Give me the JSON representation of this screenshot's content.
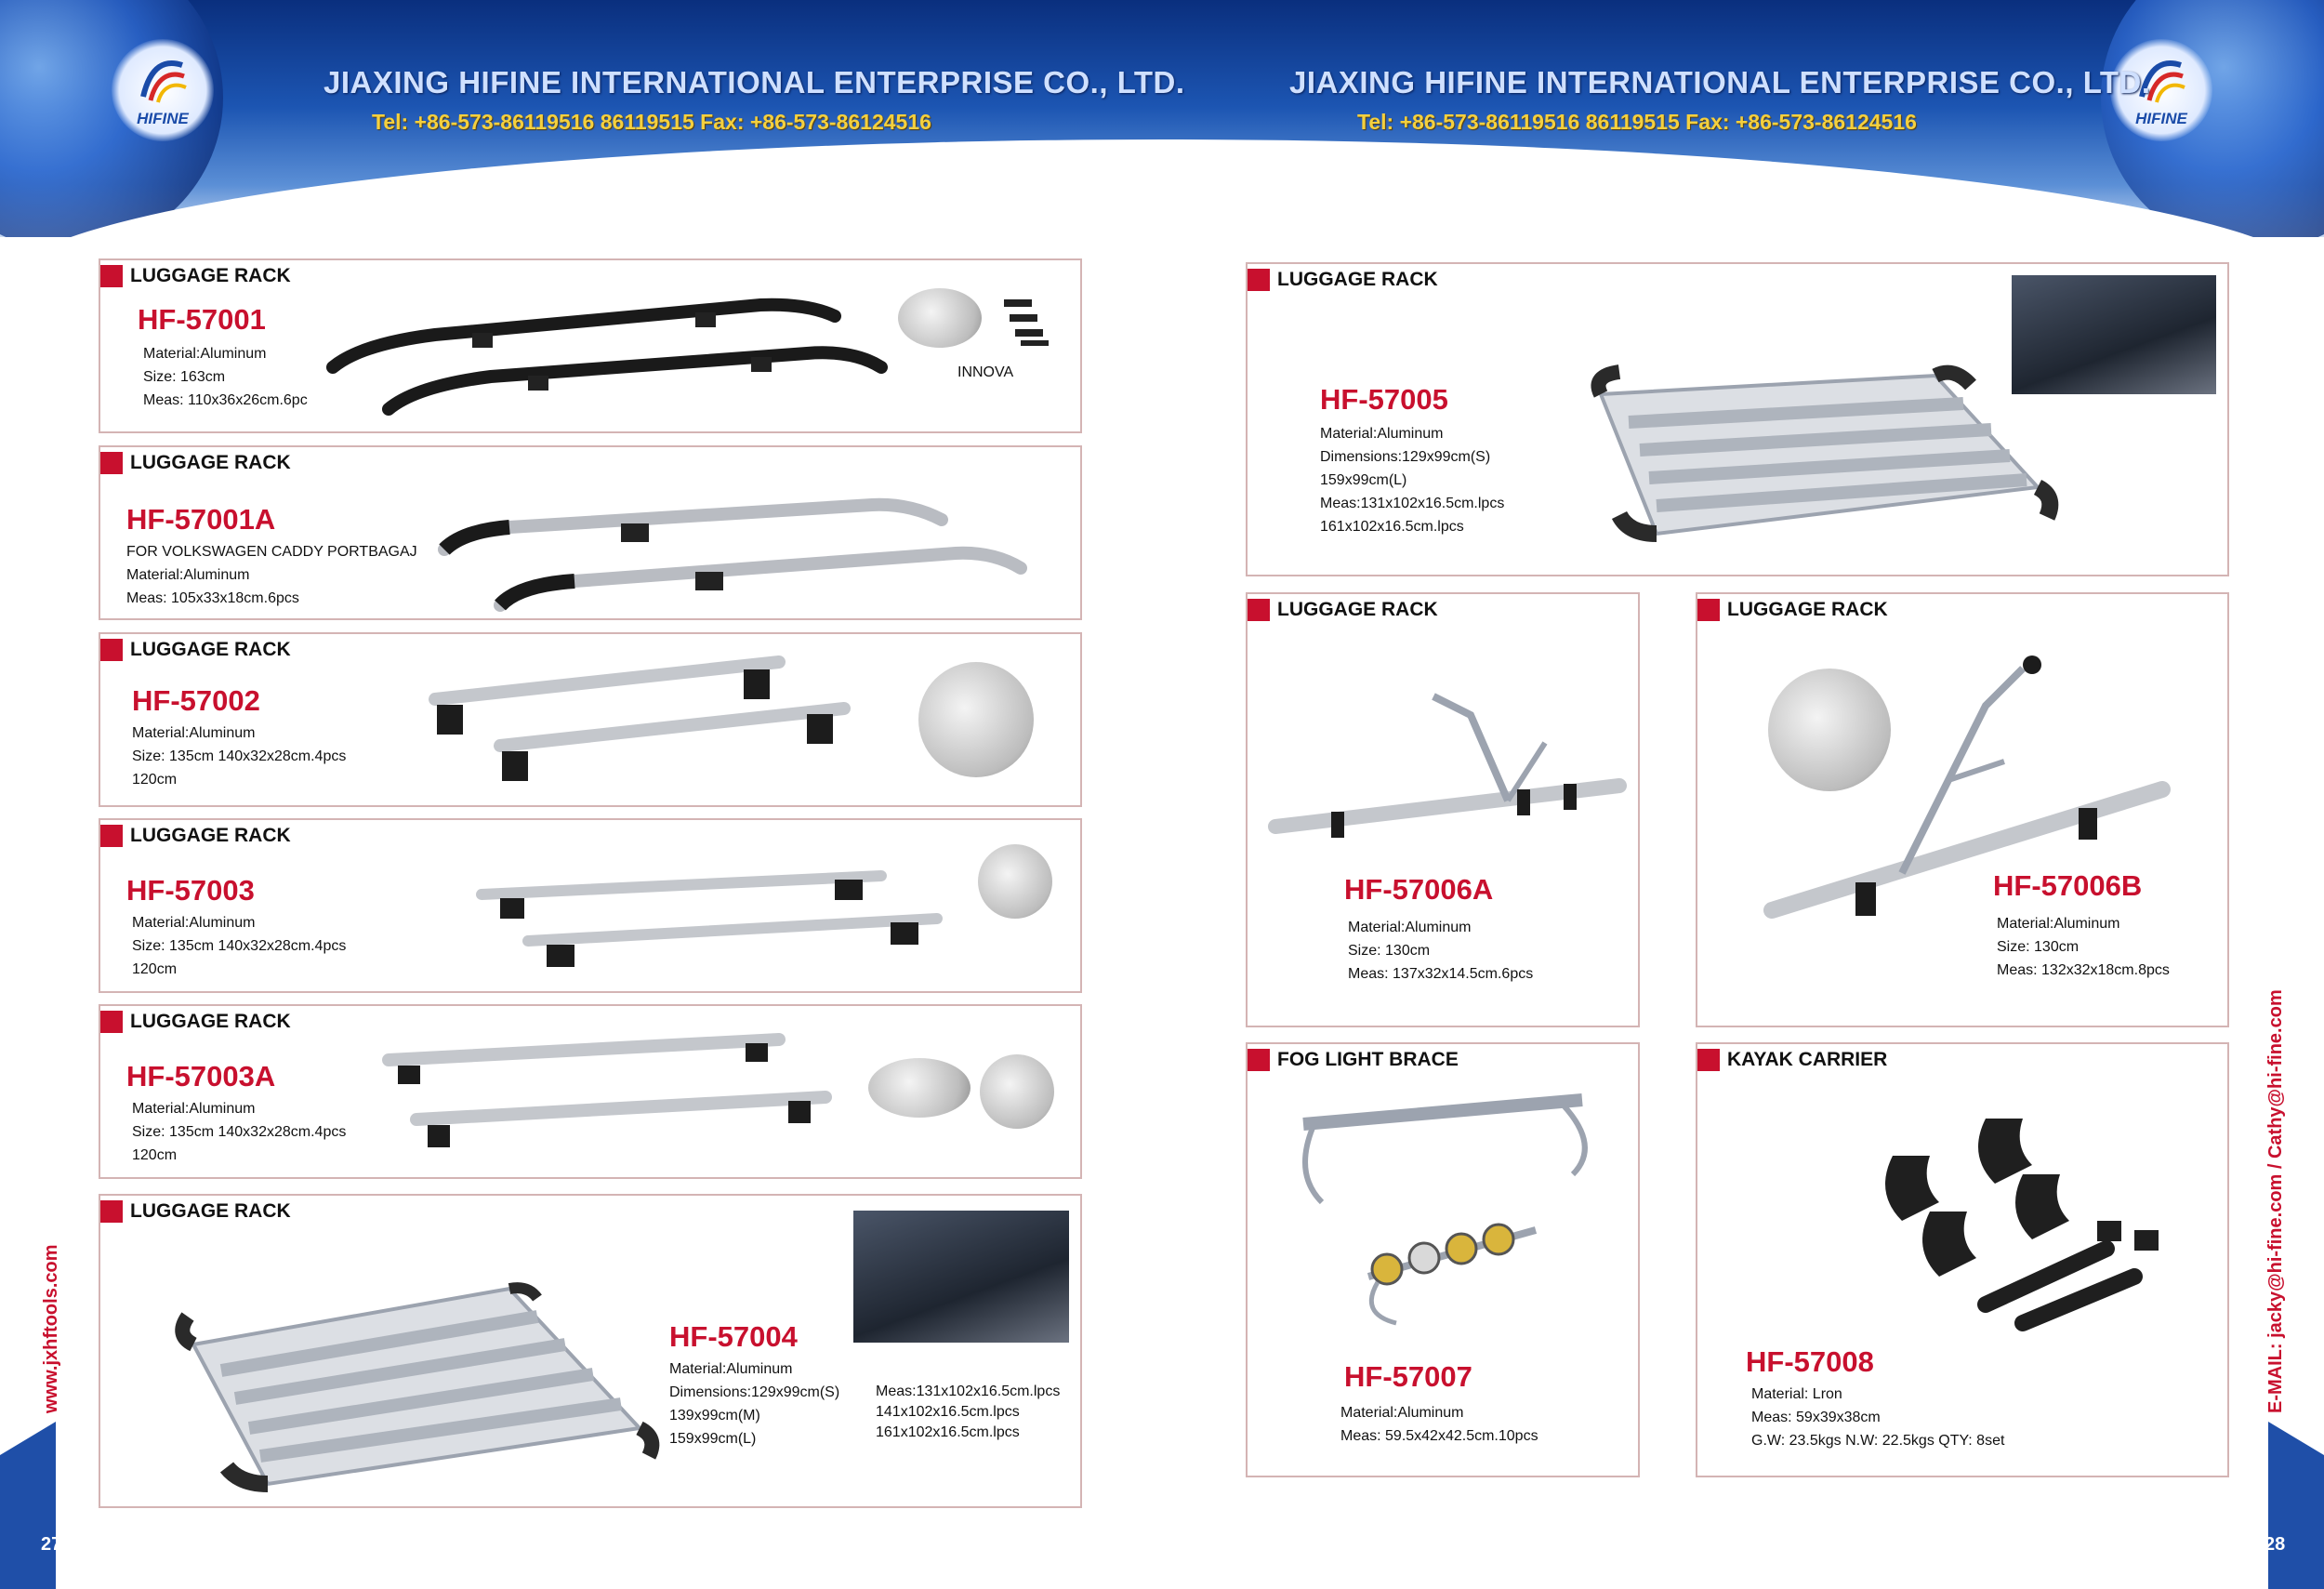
{
  "header": {
    "company": "JIAXING HIFINE INTERNATIONAL ENTERPRISE CO., LTD.",
    "contact": "Tel: +86-573-86119516  86119515   Fax: +86-573-86124516",
    "logo_text": "HIFINE"
  },
  "footer": {
    "left_page": "27",
    "right_page": "28",
    "website": "www.jxhftools.com",
    "email": "E-MAIL: jacky@hi-fine.com / Cathy@hi-fine.com"
  },
  "colors": {
    "accent": "#c8102e",
    "brand_blue": "#1f4fa8",
    "border": "#d4b4b4"
  },
  "products": {
    "p57001": {
      "category": "LUGGAGE RACK",
      "model": "HF-57001",
      "lines": [
        "Material:Aluminum",
        "Size: 163cm",
        "Meas: 110x36x26cm.6pc"
      ],
      "note": "INNOVA"
    },
    "p57001a": {
      "category": "LUGGAGE RACK",
      "model": "HF-57001A",
      "lines": [
        "FOR VOLKSWAGEN CADDY PORTBAGAJ",
        "Material:Aluminum",
        "Meas: 105x33x18cm.6pcs"
      ]
    },
    "p57002": {
      "category": "LUGGAGE RACK",
      "model": "HF-57002",
      "lines": [
        "Material:Aluminum",
        "Size: 135cm 140x32x28cm.4pcs",
        "        120cm"
      ]
    },
    "p57003": {
      "category": "LUGGAGE RACK",
      "model": "HF-57003",
      "lines": [
        "Material:Aluminum",
        "Size: 135cm 140x32x28cm.4pcs",
        "        120cm"
      ]
    },
    "p57003a": {
      "category": "LUGGAGE RACK",
      "model": "HF-57003A",
      "lines": [
        "Material:Aluminum",
        "Size: 135cm 140x32x28cm.4pcs",
        "        120cm"
      ]
    },
    "p57004": {
      "category": "LUGGAGE RACK",
      "model": "HF-57004",
      "lines": [
        "Material:Aluminum",
        "Dimensions:129x99cm(S)",
        "                    139x99cm(M)",
        "                    159x99cm(L)"
      ],
      "meas": [
        "Meas:131x102x16.5cm.lpcs",
        "      141x102x16.5cm.lpcs",
        "      161x102x16.5cm.lpcs"
      ]
    },
    "p57005": {
      "category": "LUGGAGE RACK",
      "model": "HF-57005",
      "lines": [
        "Material:Aluminum",
        "Dimensions:129x99cm(S)",
        "              159x99cm(L)",
        "Meas:131x102x16.5cm.lpcs",
        "        161x102x16.5cm.lpcs"
      ]
    },
    "p57006a": {
      "category": "LUGGAGE RACK",
      "model": "HF-57006A",
      "lines": [
        "Material:Aluminum",
        "Size: 130cm",
        "Meas: 137x32x14.5cm.6pcs"
      ]
    },
    "p57006b": {
      "category": "LUGGAGE RACK",
      "model": "HF-57006B",
      "lines": [
        "Material:Aluminum",
        "Size: 130cm",
        "Meas: 132x32x18cm.8pcs"
      ]
    },
    "p57007": {
      "category": "FOG LIGHT BRACE",
      "model": "HF-57007",
      "lines": [
        "Material:Aluminum",
        "Meas: 59.5x42x42.5cm.10pcs"
      ]
    },
    "p57008": {
      "category": "KAYAK CARRIER",
      "model": "HF-57008",
      "lines": [
        "Material: Lron",
        "Meas: 59x39x38cm",
        "G.W: 23.5kgs    N.W: 22.5kgs    QTY: 8set"
      ]
    }
  }
}
